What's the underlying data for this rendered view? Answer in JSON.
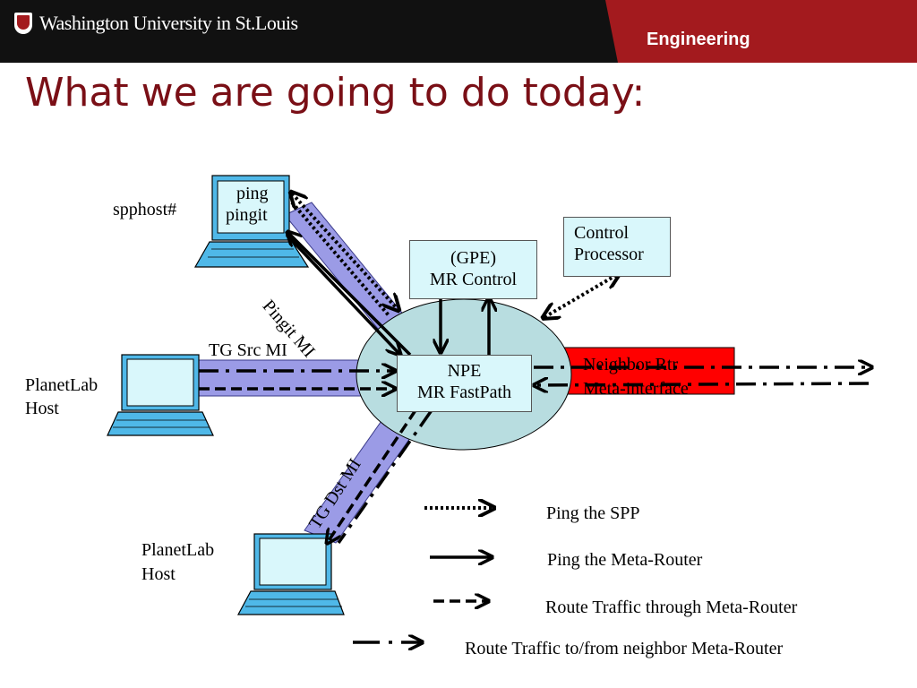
{
  "header": {
    "university": "Washington University in St.Louis",
    "department": "Engineering"
  },
  "slide": {
    "title": "What we are going to do today:"
  },
  "nodes": {
    "spphost_label": "spphost#",
    "spphost_screen_l1": "ping",
    "spphost_screen_l2": "pingit",
    "gpe_l1": "(GPE)",
    "gpe_l2": "MR Control",
    "control_l1": "Control",
    "control_l2": "Processor",
    "npe_l1": "NPE",
    "npe_l2": "MR FastPath",
    "neighbor_l1": "Neighbor Rtr",
    "neighbor_l2": "Meta-interface",
    "planetlab1_l1": "PlanetLab",
    "planetlab1_l2": "Host",
    "planetlab2_l1": "PlanetLab",
    "planetlab2_l2": "Host"
  },
  "links": {
    "pingit_mi": "Pingit MI",
    "tg_src_mi": "TG Src MI",
    "tg_dst_mi": "TG Dst MI"
  },
  "legend": [
    {
      "style": "dotted",
      "label": "Ping the SPP"
    },
    {
      "style": "solid",
      "label": "Ping the Meta-Router"
    },
    {
      "style": "dashed",
      "label": "Route Traffic through Meta-Router"
    },
    {
      "style": "dash-dot",
      "label": "Route Traffic to/from neighbor Meta-Router"
    }
  ],
  "colors": {
    "brand_red": "#a31a1e",
    "title_red": "#7a0f16",
    "link_band": "#9b9be6",
    "ellipse": "#b8dde0",
    "box_fill": "#d9f7fb",
    "neighbor_fill": "#ff0000",
    "computer_blue": "#4fb8e8"
  }
}
